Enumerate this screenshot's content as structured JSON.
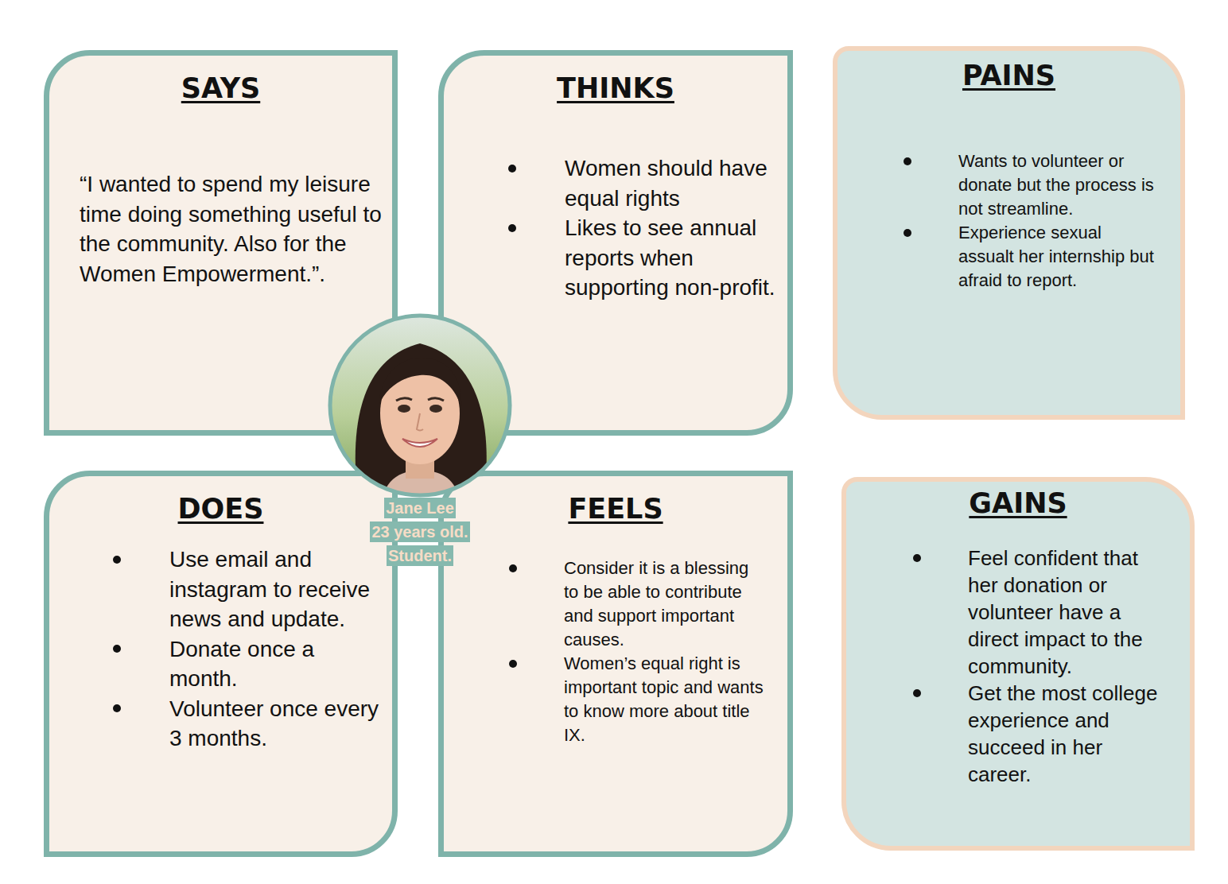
{
  "diagram": {
    "nodes": [
      {
        "text": [
          "SAYS",
          "“I wanted to spend my leisure time doing something useful to the community. Also for the Women Empowerment.”."
        ]
      },
      {
        "text": [
          "THINKS",
          "Women should have equal rights",
          "Likes to see annual reports when supporting non-profit."
        ]
      },
      {
        "text": [
          "PAINS",
          "Wants to volunteer or donate but the process is not streamline.",
          "Experience sexual assualt her internship but afraid to report."
        ]
      },
      {
        "text": [
          "DOES",
          "Use email and instagram to receive news and update.",
          "Donate once a month.",
          "Volunteer once every 3 months."
        ]
      },
      {
        "text": [
          "FEELS",
          "Consider it is a blessing to be able to contribute and support important causes.",
          "Women’s equal right is important topic and wants to know more about title IX."
        ]
      },
      {
        "text": [
          "GAINS",
          "Feel confident that her donation or volunteer have a direct impact to the community.",
          "Get the most college experience and succeed in her career."
        ]
      }
    ],
    "labels": [
      "Jane Lee",
      "23 years old.",
      "Student."
    ]
  }
}
